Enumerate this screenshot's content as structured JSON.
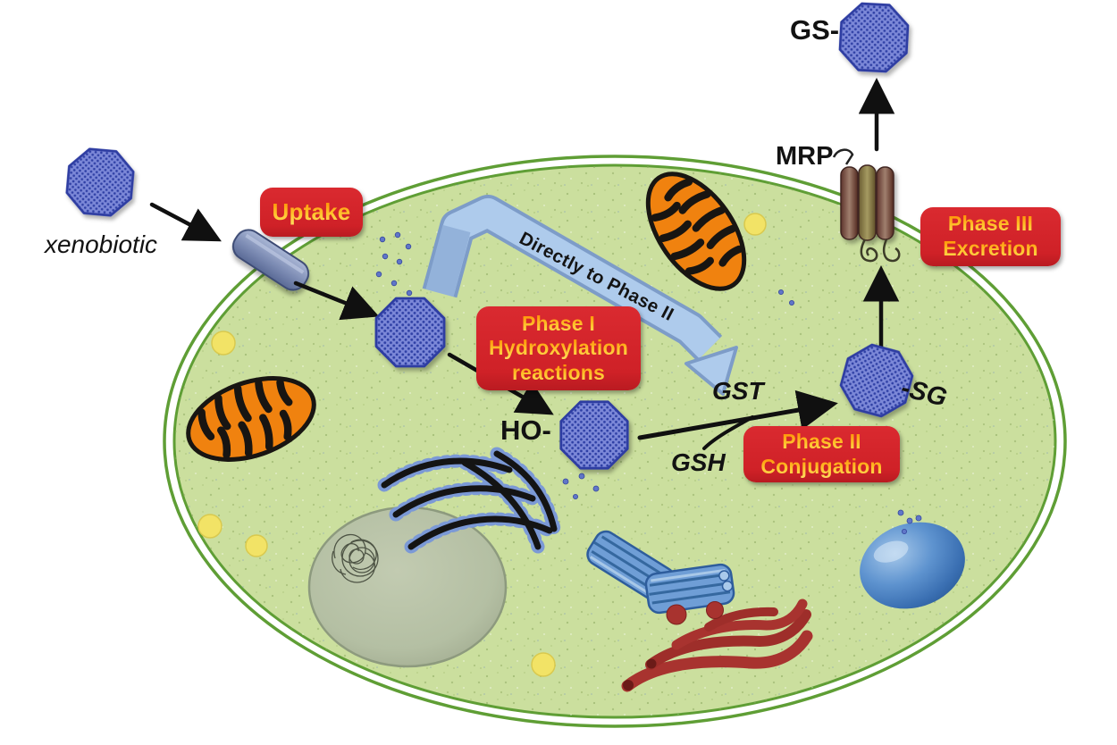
{
  "diagram": {
    "subject": "Cellular xenobiotic detoxification pathway (Phase I, II, III)",
    "labels": {
      "xenobiotic": "xenobiotic",
      "ho": "HO-",
      "gst": "GST",
      "gsh": "GSH",
      "sg": "-SG",
      "gs_product": "GS-",
      "mrp": "MRP",
      "flow": "Directly to Phase II"
    },
    "boxes": {
      "uptake": {
        "label": "Uptake"
      },
      "phase1": {
        "lines": [
          "Phase I",
          "Hydroxylation",
          "reactions"
        ]
      },
      "phase2": {
        "lines": [
          "Phase II",
          "Conjugation"
        ]
      },
      "phase3": {
        "lines": [
          "Phase III",
          "Excretion"
        ]
      }
    },
    "colors": {
      "cell_fill": "#cbdf9e",
      "membrane_green": "#5f9e35",
      "label_box_red": "#d5262c",
      "label_text_orange": "#ffa519",
      "xenobiotic_blue": "#7b88d8",
      "mitochondria_orange": "#f0820f",
      "ribbon_arrow_blue": "#aecbec",
      "nucleus_gray_green": "#b4bfa3",
      "golgi_red": "#a8332f",
      "vesicle_blue": "#4f86c4",
      "lysosome_yellow": "#f2e366",
      "mrp_brown": "#7a4a3c"
    }
  }
}
